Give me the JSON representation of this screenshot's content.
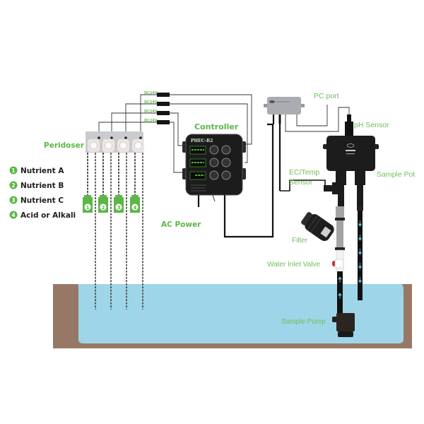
{
  "labels": {
    "peridoser": "Peridoser",
    "controller": "Controller",
    "ac_power": "AC Power",
    "pc_port": "PC port",
    "ph_sensor": "pH Sensor",
    "sample_pot": "Sample Pot",
    "ec_temp_line1": "EC/Temp",
    "ec_temp_line2": "Sensor",
    "filter": "Filter",
    "water_inlet_valve": "Water Inlet Valve",
    "sample_pump": "Sample Pump"
  },
  "dc_labels": [
    "DC24V",
    "DC24V",
    "DC24V",
    "DC24V"
  ],
  "legend": [
    {
      "num": "1",
      "text": "Nutrient A"
    },
    {
      "num": "2",
      "text": "Nutrient B"
    },
    {
      "num": "3",
      "text": "Nutrient C"
    },
    {
      "num": "4",
      "text": "Acid or Alkali"
    }
  ],
  "bottles": [
    "1",
    "2",
    "3",
    "4"
  ],
  "controller_brand": "PHEC-B2",
  "colors": {
    "accent_green": "#5cb646",
    "label_green": "#6fbf5a",
    "water": "#9fd5e8",
    "soil": "#977866",
    "device_dark": "#1c1c1c",
    "hub_grey": "#a9acb0",
    "valve_red": "#d42a2a"
  }
}
